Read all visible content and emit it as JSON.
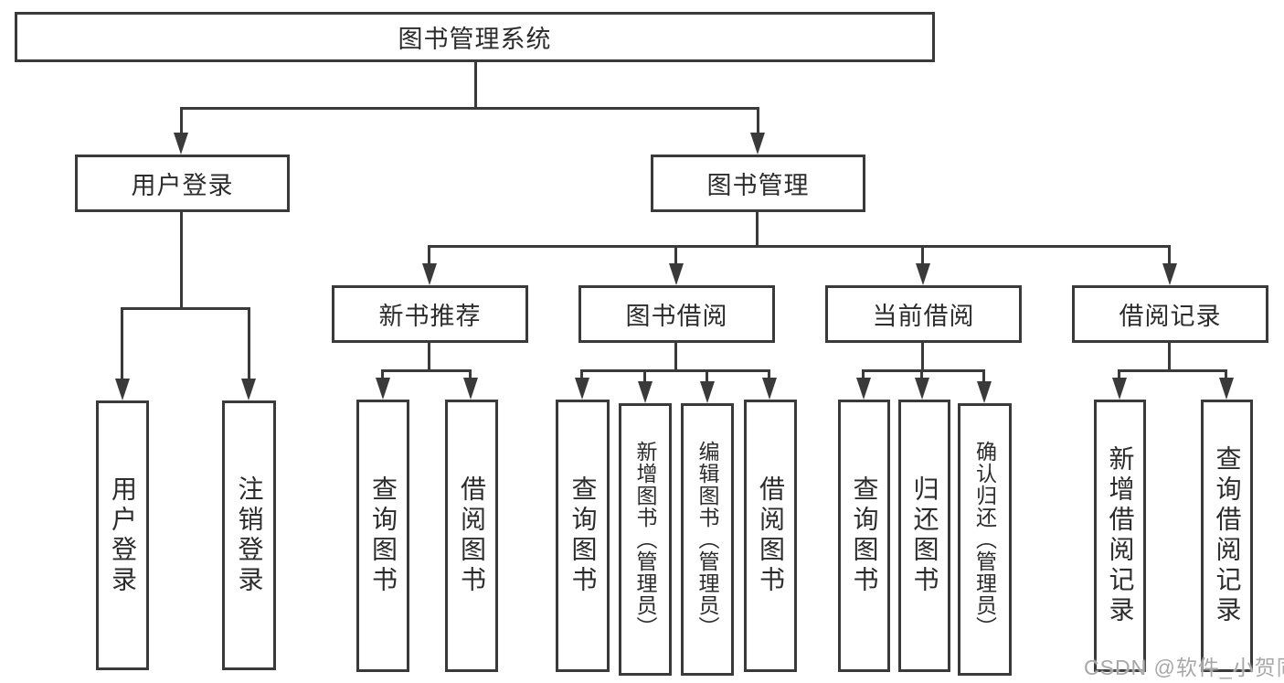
{
  "diagram": {
    "title": "图书管理系统",
    "nodes": {
      "user_login": "用户登录",
      "book_management": "图书管理",
      "new_book_recommend": "新书推荐",
      "book_borrow": "图书借阅",
      "current_borrow": "当前借阅",
      "borrow_records": "借阅记录"
    },
    "leaves": {
      "user_login": [
        "用户登录",
        "注销登录"
      ],
      "new_book_recommend": [
        "查询图书",
        "借阅图书"
      ],
      "book_borrow": [
        "查询图书",
        "新增图书（管理员）",
        "编辑图书（管理员）",
        "借阅图书"
      ],
      "current_borrow": [
        "查询图书",
        "归还图书",
        "确认归还（管理员）"
      ],
      "borrow_records": [
        "新增借阅记录",
        "查询借阅记录"
      ]
    }
  },
  "watermark": {
    "text": "CSDN @软件_小贺同学"
  },
  "colors": {
    "line": "#3a3a3a",
    "text": "#2c2c2c",
    "background": "#ffffff",
    "watermark": "#a8a8a8"
  }
}
